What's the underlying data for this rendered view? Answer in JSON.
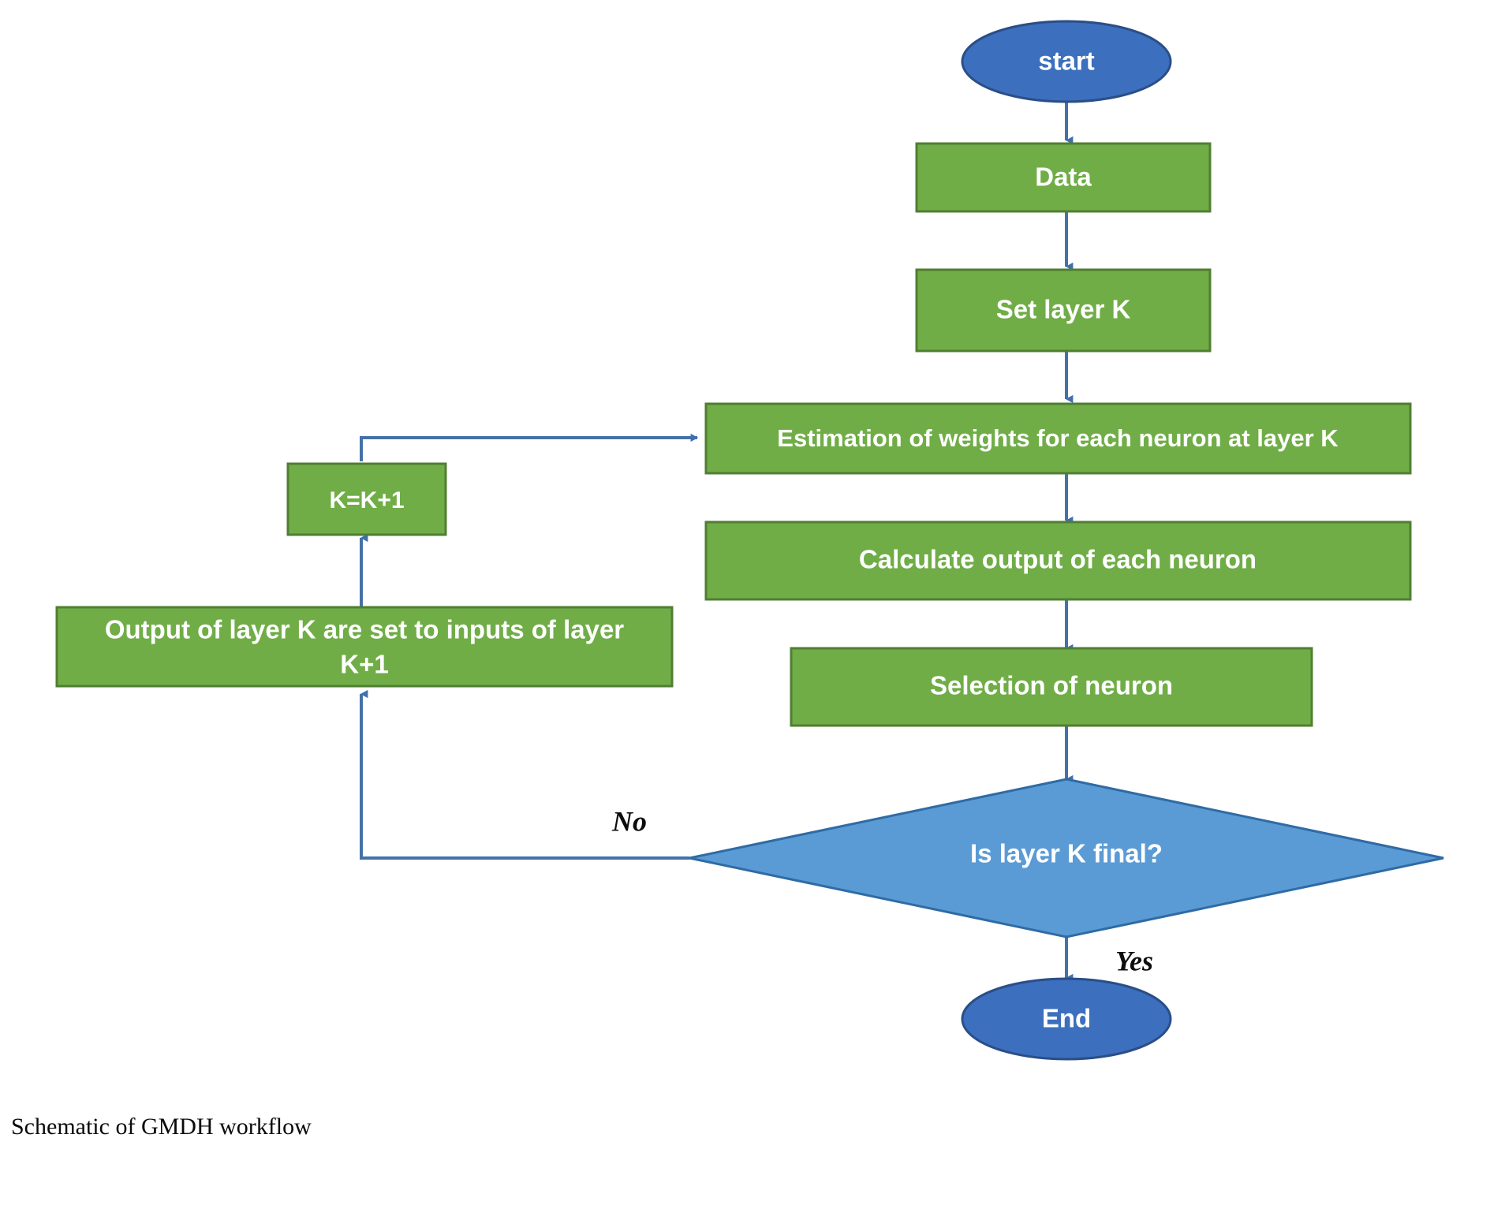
{
  "diagram": {
    "title": "Schematic of GMDH workflow",
    "colors": {
      "process_fill": "#70AD47",
      "process_stroke": "#507E32",
      "terminator_fill": "#3C6FBE",
      "terminator_stroke": "#2A4E87",
      "decision_fill": "#5B9BD5",
      "decision_stroke": "#2F6BA4",
      "connector": "#4472A8",
      "node_text": "#FFFFFF",
      "edge_label_text": "#0D0D0D",
      "background": "#FFFFFF"
    },
    "nodes": {
      "start": {
        "label": "start",
        "shape": "ellipse"
      },
      "data": {
        "label": "Data",
        "shape": "rectangle"
      },
      "set_layer": {
        "label": "Set layer K",
        "shape": "rectangle"
      },
      "estimation": {
        "label": "Estimation of weights for each neuron at layer K",
        "shape": "rectangle"
      },
      "calculate": {
        "label": "Calculate output of each neuron",
        "shape": "rectangle"
      },
      "selection": {
        "label": "Selection of neuron",
        "shape": "rectangle"
      },
      "decision": {
        "label": "Is layer K final?",
        "shape": "diamond"
      },
      "end": {
        "label": "End",
        "shape": "ellipse"
      },
      "increment": {
        "label": "K=K+1",
        "shape": "rectangle"
      },
      "output_set_line1": {
        "label": "Output of layer K are set to inputs of layer",
        "shape": "rectangle"
      },
      "output_set_line2": {
        "label": "K+1",
        "shape": "rectangle"
      }
    },
    "edge_labels": {
      "no": "No",
      "yes": "Yes"
    },
    "caption": "Schematic of GMDH workflow"
  }
}
